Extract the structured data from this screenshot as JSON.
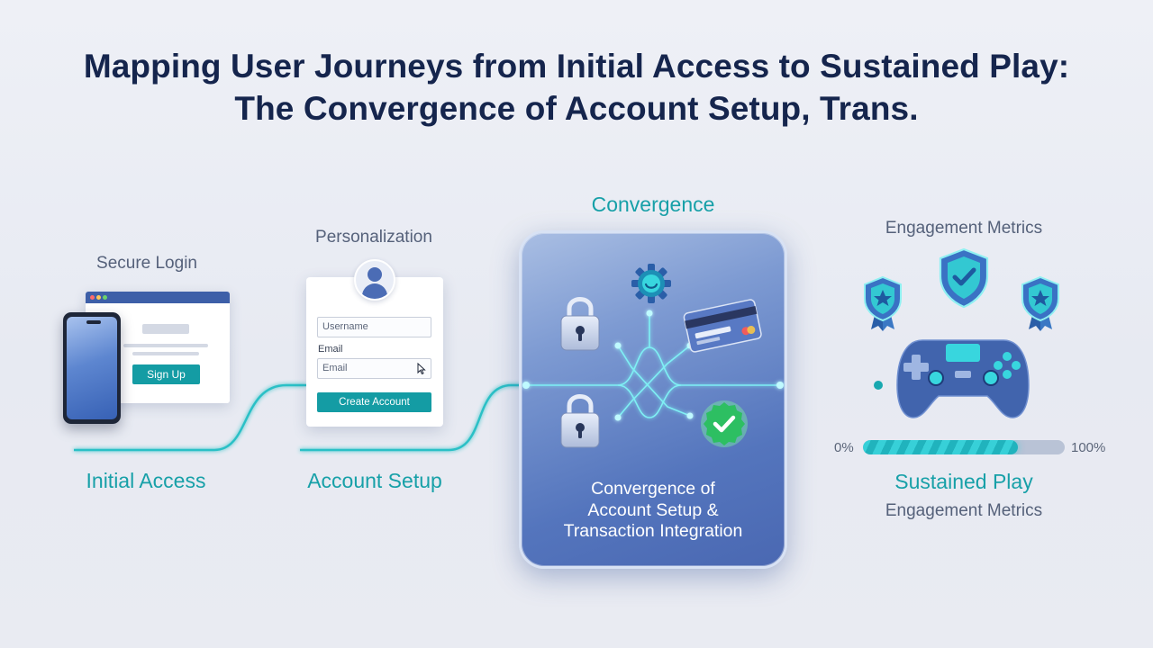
{
  "title": "Mapping User Journeys from Initial Access to Sustained Play: The Convergence of Account Setup, Trans.",
  "stages": {
    "initial": {
      "caption": "Secure Login",
      "label": "Initial Access",
      "signup_label": "Sign Up"
    },
    "account": {
      "caption": "Personalization",
      "label": "Account Setup",
      "username_placeholder": "Username",
      "email_label": "Email",
      "email_placeholder": "Email",
      "create_label": "Create Account"
    },
    "convergence": {
      "title": "Convergence",
      "text": [
        "Convergence of",
        "Account Setup &",
        "Transaction Integration"
      ]
    },
    "sustained": {
      "caption": "Engagement Metrics",
      "label": "Sustained Play",
      "sublabel": "Engagement Metrics",
      "progress_min": "0%",
      "progress_max": "100%",
      "progress_value": 0.77
    }
  },
  "colors": {
    "title": "#15254d",
    "teal": "#17a0a8",
    "accent_glow": "#37d0d8",
    "panel": "#5475bd",
    "button": "#149ca4"
  },
  "icons": [
    "lock-icon",
    "gear-icon",
    "credit-card-icon",
    "checkmark-icon",
    "shield-badge-icon",
    "gamepad-icon",
    "user-avatar-icon",
    "cursor-icon"
  ]
}
